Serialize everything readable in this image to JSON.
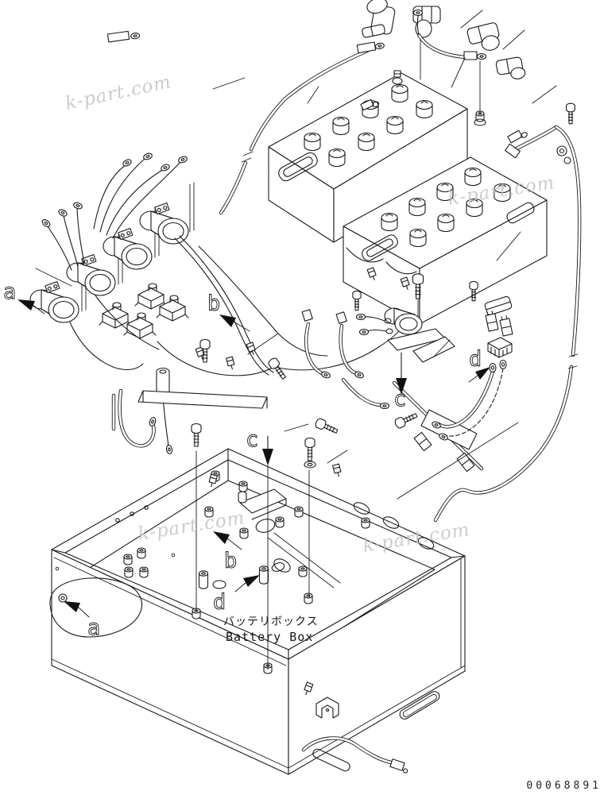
{
  "drawing": {
    "caption_jp": "バッテリボックス",
    "caption_en": "Battery Box",
    "drawing_number": "00068891",
    "watermark": "k-part.com",
    "view_labels": {
      "a": "a",
      "b": "b",
      "c": "c",
      "d": "d"
    },
    "colors": {
      "line": "#1a1a1a",
      "background": "#ffffff",
      "watermark": "#c4c4c4"
    }
  }
}
